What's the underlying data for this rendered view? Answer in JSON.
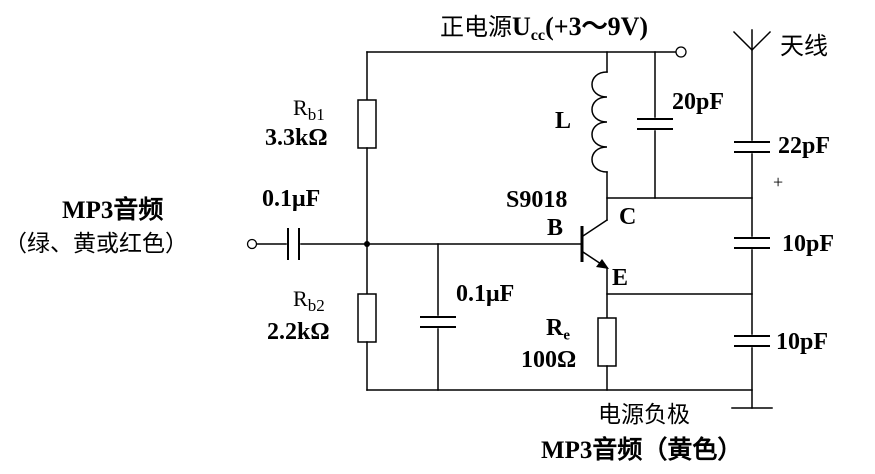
{
  "supply": {
    "prefix": "正电源",
    "u": "U",
    "sub": "cc",
    "range": "(+3～9V)"
  },
  "antenna": {
    "label": "天线"
  },
  "inductor": {
    "label": "L"
  },
  "caps": {
    "tank": "20pF",
    "antenna_coupling": "22pF",
    "polarity": "+",
    "feedback_top": "10pF",
    "feedback_bottom": "10pF",
    "input": "0.1μF",
    "base_bypass": "0.1μF"
  },
  "transistor": {
    "model": "S9018",
    "base": "B",
    "collector": "C",
    "emitter": "E"
  },
  "resistors": {
    "rb1": {
      "r": "R",
      "sub": "b1",
      "value": "3.3kΩ"
    },
    "rb2": {
      "r": "R",
      "sub": "b2",
      "value": "2.2kΩ"
    },
    "re": {
      "r": "R",
      "sub": "e",
      "value": "100Ω"
    }
  },
  "input": {
    "line1": "MP3音频",
    "line2": "（绿、黄或红色）"
  },
  "ground": {
    "line1": "电源负极",
    "line2": "MP3音频（黄色）"
  }
}
